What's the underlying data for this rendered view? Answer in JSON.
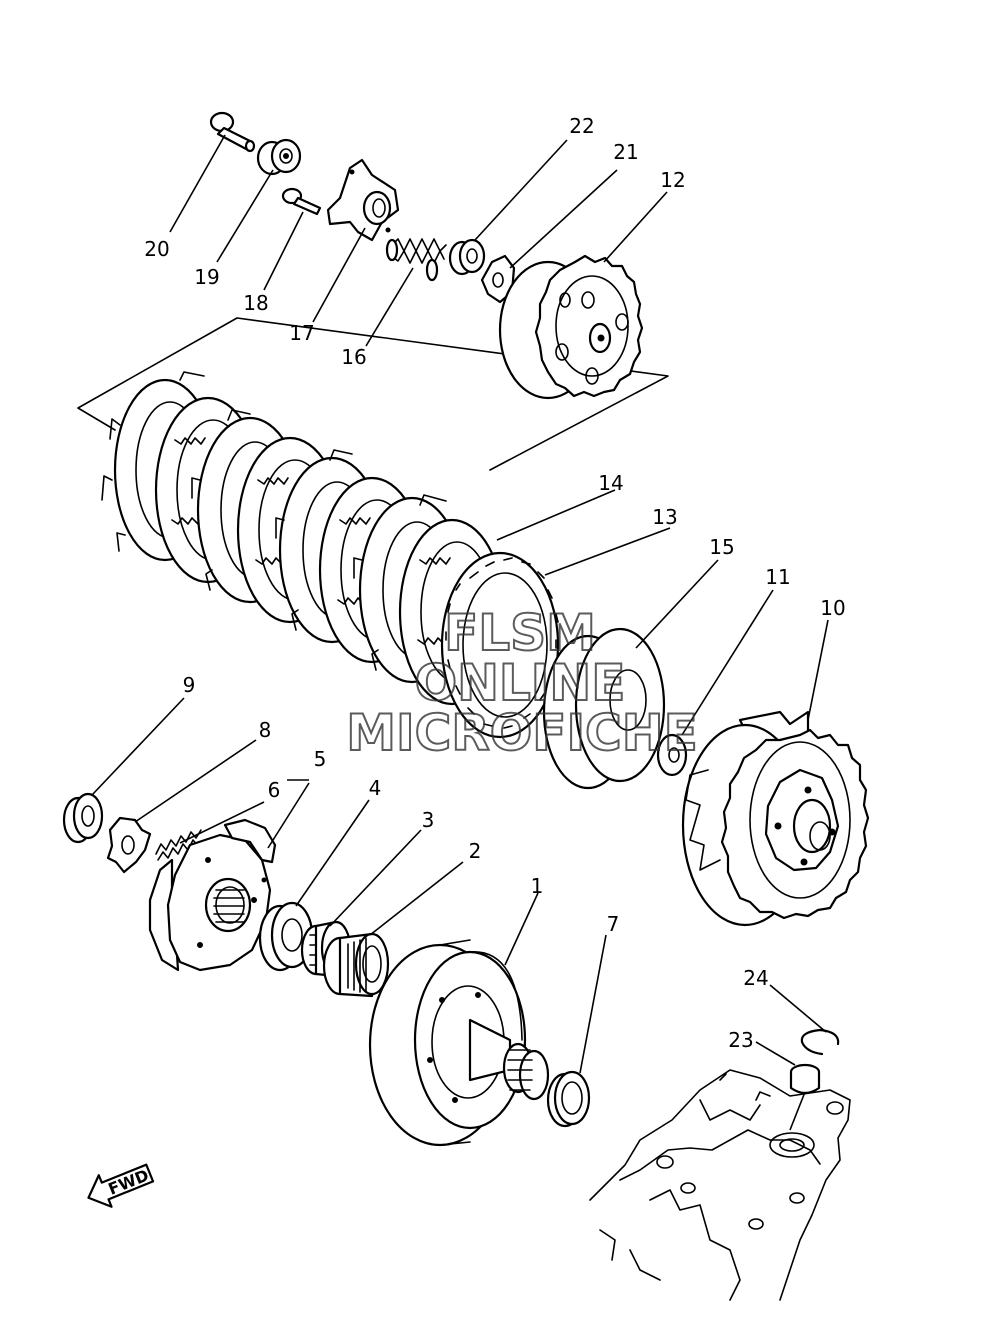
{
  "callouts": [
    {
      "id": "n1",
      "text": "1"
    },
    {
      "id": "n2",
      "text": "2"
    },
    {
      "id": "n3",
      "text": "3"
    },
    {
      "id": "n4",
      "text": "4"
    },
    {
      "id": "n5",
      "text": "5"
    },
    {
      "id": "n6",
      "text": "6"
    },
    {
      "id": "n7",
      "text": "7"
    },
    {
      "id": "n8",
      "text": "8"
    },
    {
      "id": "n9",
      "text": "9"
    },
    {
      "id": "n10",
      "text": "10"
    },
    {
      "id": "n11",
      "text": "11"
    },
    {
      "id": "n12",
      "text": "12"
    },
    {
      "id": "n13",
      "text": "13"
    },
    {
      "id": "n14",
      "text": "14"
    },
    {
      "id": "n15",
      "text": "15"
    },
    {
      "id": "n16",
      "text": "16"
    },
    {
      "id": "n17",
      "text": "17"
    },
    {
      "id": "n18",
      "text": "18"
    },
    {
      "id": "n19",
      "text": "19"
    },
    {
      "id": "n20",
      "text": "20"
    },
    {
      "id": "n21",
      "text": "21"
    },
    {
      "id": "n22",
      "text": "22"
    },
    {
      "id": "n23",
      "text": "23"
    },
    {
      "id": "n24",
      "text": "24"
    }
  ],
  "watermark": {
    "line1": "FLSM",
    "line2": "ONLINE",
    "line3": "MICROFICHE"
  },
  "direction_badge": {
    "label": "FWD",
    "icon": "fwd-arrow-icon"
  }
}
